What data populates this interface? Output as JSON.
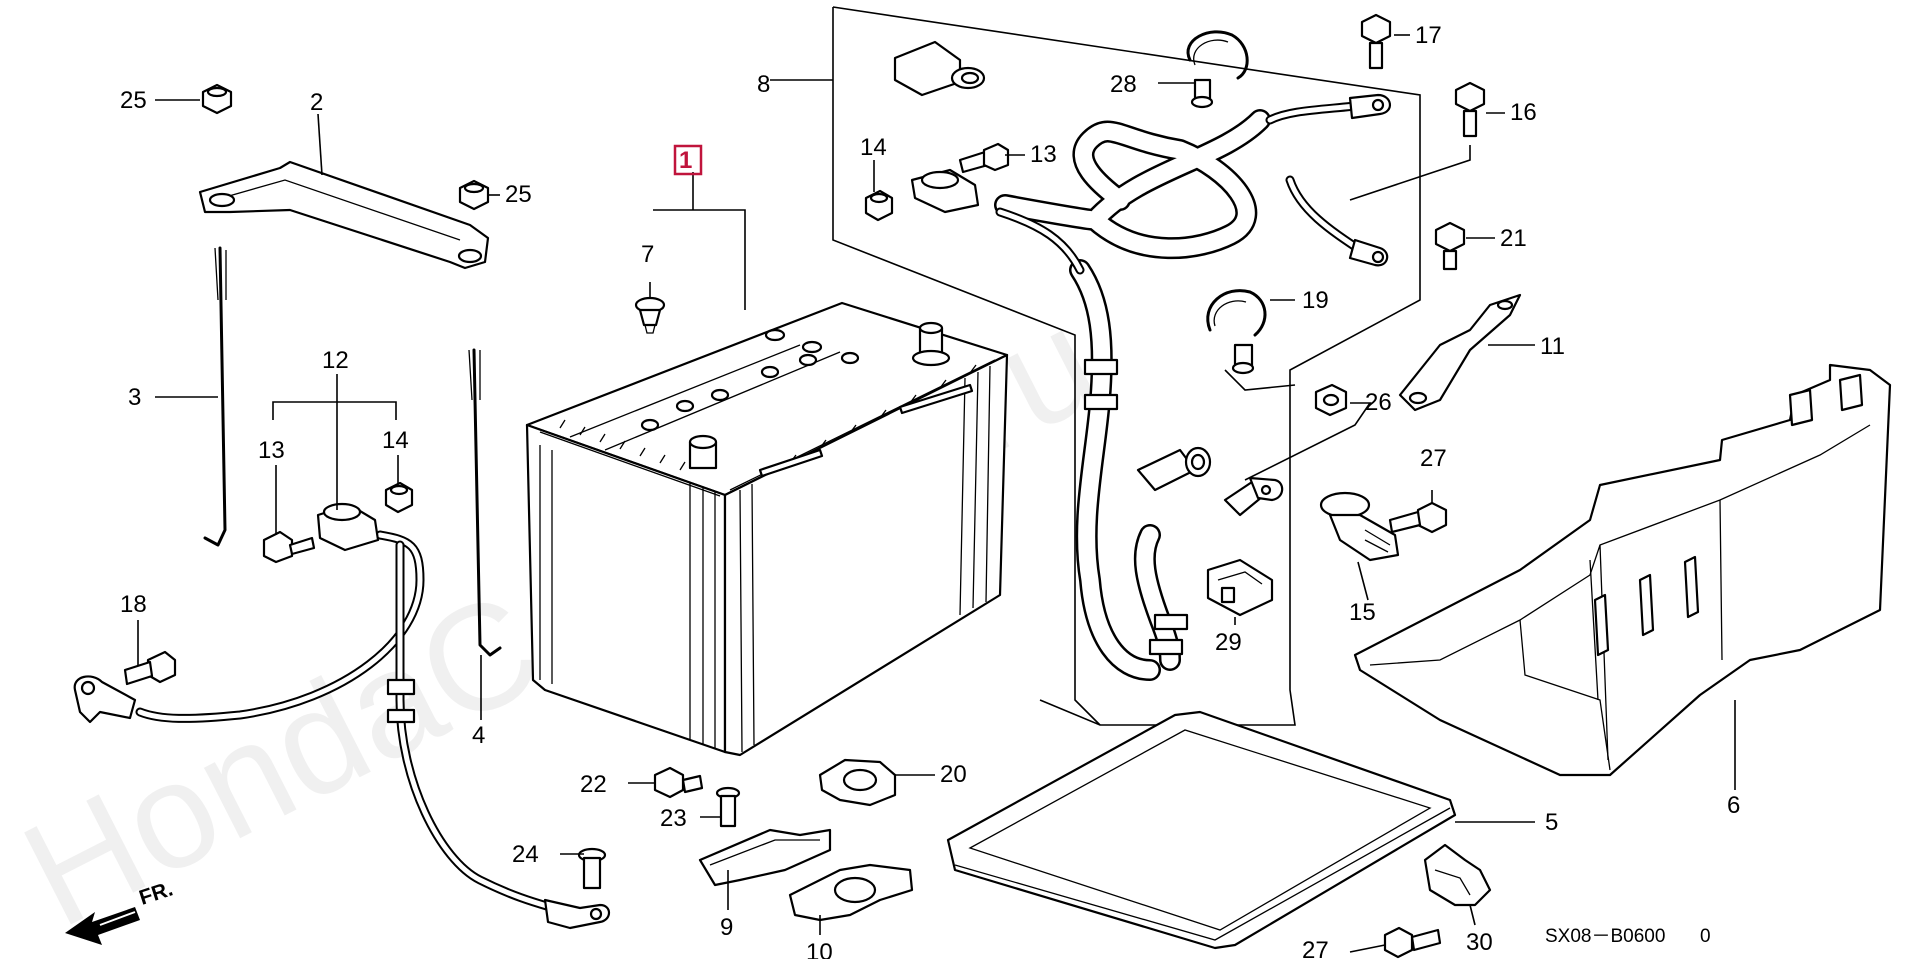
{
  "watermark": "HondaCarMike.ru",
  "diagram_code": "SX08－B0600",
  "diagram_code_suffix": "0",
  "direction_label": "FR.",
  "highlight_color": "#c0143c",
  "callouts": {
    "c1": "1",
    "c2": "2",
    "c3": "3",
    "c4": "4",
    "c5": "5",
    "c6": "6",
    "c7": "7",
    "c8": "8",
    "c9": "9",
    "c10": "10",
    "c11": "11",
    "c12": "12",
    "c13a": "13",
    "c13b": "13",
    "c14a": "14",
    "c14b": "14",
    "c15": "15",
    "c16": "16",
    "c17": "17",
    "c18": "18",
    "c19": "19",
    "c20": "20",
    "c21": "21",
    "c22": "22",
    "c23": "23",
    "c24": "24",
    "c25a": "25",
    "c25b": "25",
    "c26": "26",
    "c27a": "27",
    "c27b": "27",
    "c28": "28",
    "c29": "29",
    "c30": "30"
  }
}
